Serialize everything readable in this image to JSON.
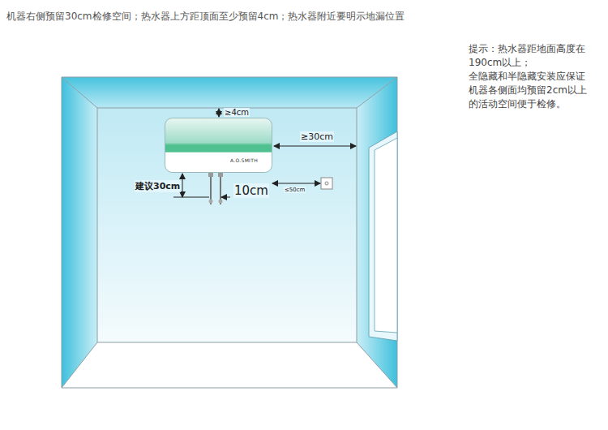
{
  "diagram": {
    "title": "机器右侧预留30cm检修空间；热水器上方距顶面至少预留4cm；热水器附近要明示地漏位置",
    "nodes": [
      {
        "text": [
          "A.O.SMITH"
        ]
      }
    ],
    "labels": [
      "≥4cm",
      "≥30cm",
      "建议30cm",
      "10cm",
      "≤50cm",
      "提示：热水器距地面高度在190cm以上；",
      "全隐藏和半隐藏安装应保证机器各侧面均预留2cm以上的活动空间便于检修。"
    ]
  }
}
